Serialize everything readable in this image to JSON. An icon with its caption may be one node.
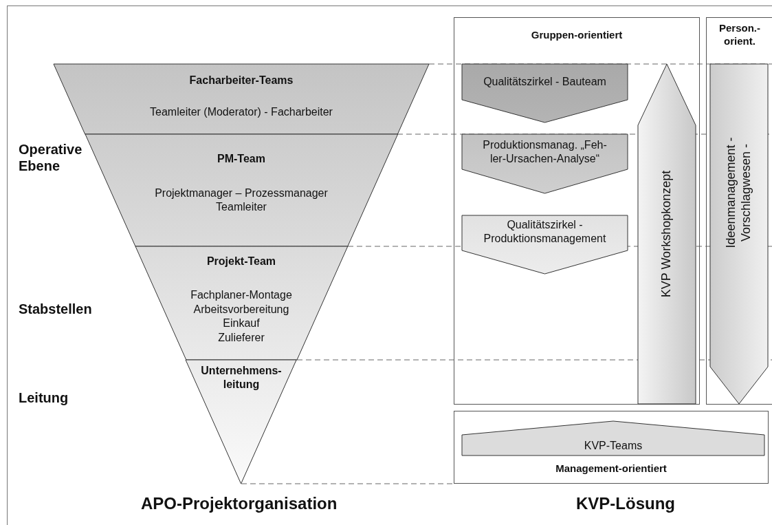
{
  "diagram": {
    "nodes": [
      {
        "text": [
          "Facharbeiter-Teams",
          "Teamleiter (Moderator) - Facharbeiter"
        ]
      },
      {
        "text": [
          "PM-Team",
          "Projektmanager – Prozessmanager Teamleiter"
        ]
      },
      {
        "text": [
          "Projekt-Team",
          "Fachplaner-Montage Arbeitsvorbereitung Einkauf Zulieferer"
        ]
      },
      {
        "text": [
          "Unternehmens- leitung"
        ]
      },
      {
        "text": [
          "Gruppen-orientiert"
        ]
      },
      {
        "text": [
          "Qualitätszirkel - Bauteam"
        ],
        "in": 4
      },
      {
        "text": [
          "Produktionsmanag. „Feh- ler-Ursachen-Analyse“"
        ],
        "in": 4
      },
      {
        "text": [
          "Qualitätszirkel - Produktionsmanagement"
        ],
        "in": 4
      },
      {
        "text": [
          "KVP Workshopkonzept"
        ],
        "in": 4
      },
      {
        "text": [
          "Person.- orient."
        ]
      },
      {
        "text": [
          "Ideenmanagement - Vorschlagwesen -"
        ],
        "in": 9
      },
      {
        "text": [
          "Management-orientiert"
        ]
      },
      {
        "text": [
          "KVP-Teams"
        ],
        "in": 11
      }
    ],
    "labels": [
      "Operative Ebene",
      "Stabstellen",
      "Leitung",
      "APO-Projektorganisation",
      "KVP-Lösung"
    ]
  }
}
